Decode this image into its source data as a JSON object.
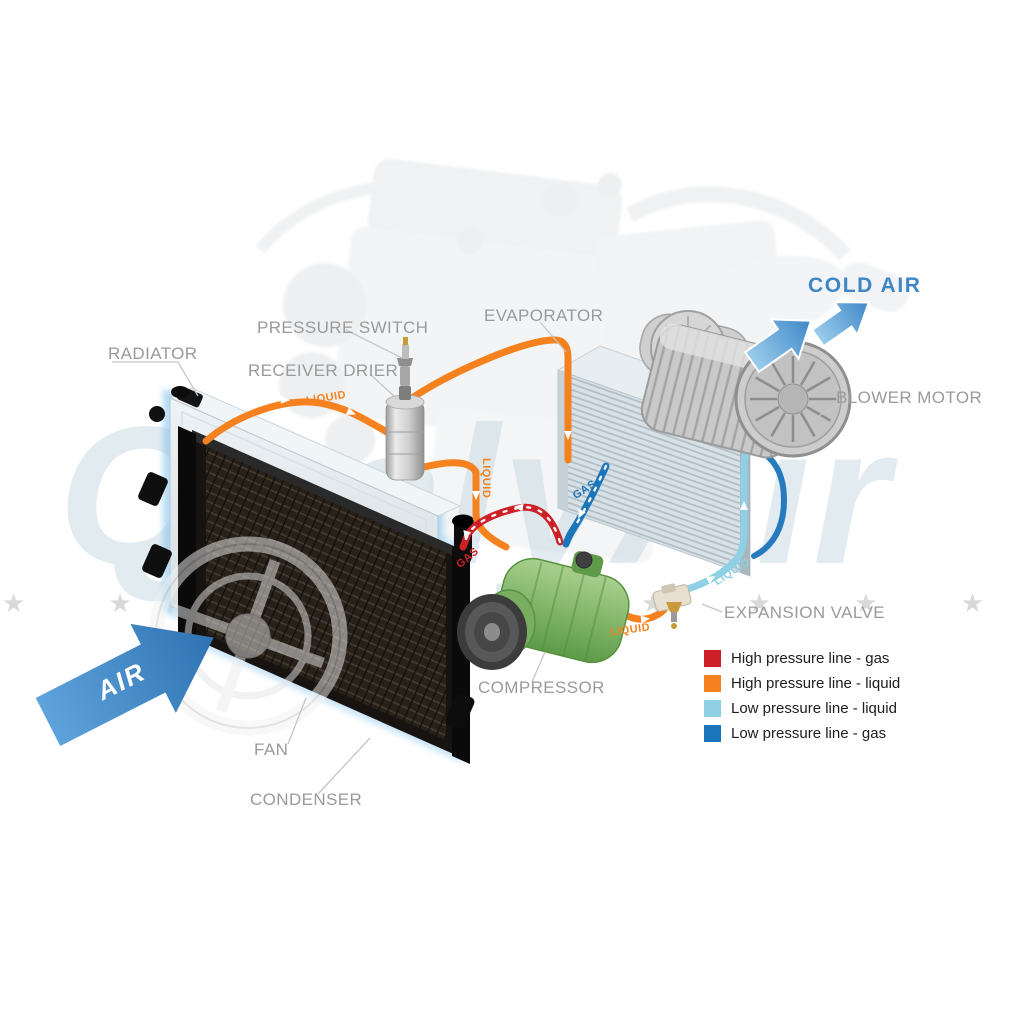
{
  "watermark": {
    "brand": "QualyAir",
    "stars": "★ ★ ★ ★ ★ ★ ★ ★ ★ ★ ★ ★ ★"
  },
  "labels": {
    "radiator": "RADIATOR",
    "pressure_switch": "PRESSURE SWITCH",
    "receiver_drier": "RECEIVER DRIER",
    "evaporator": "EVAPORATOR",
    "blower_motor": "BLOWER MOTOR",
    "cold_air": "COLD AIR",
    "expansion_valve": "EXPANSION VALVE",
    "compressor": "COMPRESSOR",
    "fan": "FAN",
    "condenser": "CONDENSER",
    "air": "AIR"
  },
  "pipe_labels": {
    "condenser_to_drier": "LIQUID",
    "drier_down_run": "LIQUID",
    "compressor_to_condenser": "GAS",
    "evaporator_to_compressor": "GAS",
    "evaporator_side": "LIQUID",
    "to_expansion_valve": "LIQUID"
  },
  "legend": {
    "items": [
      {
        "label": "High pressure line - gas",
        "color": "#cd2026"
      },
      {
        "label": "High pressure line - liquid",
        "color": "#f5821f"
      },
      {
        "label": "Low pressure line - liquid",
        "color": "#8fd0e4"
      },
      {
        "label": "Low pressure line -  gas",
        "color": "#1b75ba"
      }
    ]
  },
  "colors": {
    "high_pressure_gas": "#cd2026",
    "high_pressure_liquid": "#f5821f",
    "low_pressure_liquid": "#8fd0e4",
    "low_pressure_gas": "#1b75ba",
    "cold_air_text": "#3e86c7",
    "label_gray": "#9a9a9a",
    "watermark": "#c7d8e2"
  }
}
